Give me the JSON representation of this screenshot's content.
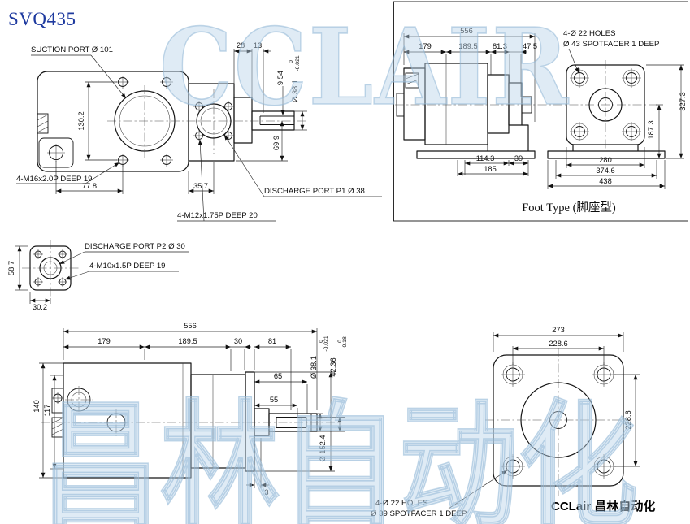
{
  "page": {
    "title": "SVQ435",
    "background": "#ffffff"
  },
  "colors": {
    "title_blue": "#1e3a9f",
    "watermark_blue": "#b7d2e9",
    "line": "#151515"
  },
  "watermark": {
    "top": "CCLAIR",
    "bottom": "昌林自动化"
  },
  "brand": {
    "logo": "CCLair 昌林自动化"
  },
  "front_view": {
    "labels": {
      "suction_port": "SUCTION PORT Ø 101",
      "mount_bolts": "4-M16x2.0P DEEP 19",
      "discharge_p1": "DISCHARGE PORT P1 Ø 38",
      "p1_bolts": "4-M12x1.75P DEEP 20"
    },
    "dims": {
      "w28": "28",
      "w13": "13",
      "key_h": "9.54",
      "shaft_dia": "Ø 38.1",
      "shaft_tol_up": "0",
      "shaft_tol_low": "-0.021",
      "h69_9": "69.9",
      "h130_2": "130.2",
      "w77_8": "77.8",
      "w35_7": "35.7"
    }
  },
  "foot_view": {
    "caption": "Foot Type (脚座型)",
    "labels": {
      "holes1": "4-Ø 22 HOLES",
      "holes2": "Ø 43 SPOTFACER 1 DEEP"
    },
    "dims": {
      "w556": "556",
      "w179": "179",
      "w189_5": "189.5",
      "w81_3": "81.3",
      "w47_5": "47.5",
      "h327_3": "327.3",
      "h187_3": "187.3",
      "w280": "280",
      "w374_6": "374.6",
      "w438": "438",
      "w114_3": "114.3",
      "w39": "39",
      "w185": "185"
    }
  },
  "p2_view": {
    "labels": {
      "discharge_p2": "DISCHARGE PORT P2 Ø 30",
      "p2_bolts": "4-M10x1.5P DEEP 19"
    },
    "dims": {
      "h58_7": "58.7",
      "w30_2": "30.2"
    }
  },
  "side_view": {
    "dims": {
      "w556": "556",
      "w179": "179",
      "w189_5": "189.5",
      "w30": "30",
      "w81": "81",
      "w65": "65",
      "w55": "55",
      "shaft_dia": "Ø 38.1",
      "shaft_tol_up": "0",
      "shaft_tol_low": "-0.021",
      "key_dim": "42.36",
      "key_tol_up": "0",
      "key_tol_low": "-0.18",
      "flange_dia": "Ø 152.4",
      "w3": "3",
      "h140": "140",
      "h117": "117"
    }
  },
  "flange_view": {
    "labels": {
      "holes1": "4-Ø 22 HOLES",
      "holes2": "Ø 39 SPOTFACER 1 DEEP"
    },
    "dims": {
      "w273": "273",
      "w228_6_h": "228.6",
      "w228_6_v": "228.6"
    }
  }
}
